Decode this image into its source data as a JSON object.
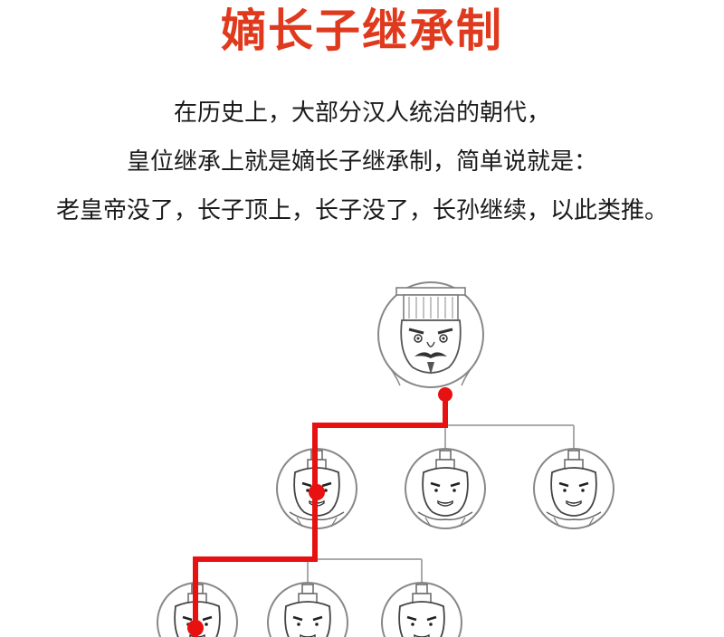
{
  "title": "嫡长子继承制",
  "paragraph": {
    "line1": "在历史上，大部分汉人统治的朝代，",
    "line2": "皇位继承上就是嫡长子继承制，简单说就是：",
    "line3": "老皇帝没了，长子顶上，长子没了，长孙继续，以此类推。"
  },
  "tree": {
    "colors": {
      "succession_path": "#e81111",
      "branch": "#aaaaaa",
      "outline": "#888888"
    }
  }
}
